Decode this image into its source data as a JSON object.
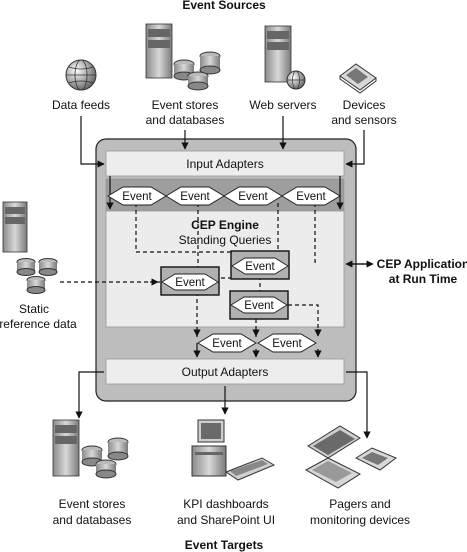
{
  "headings": {
    "sources": "Event Sources",
    "targets": "Event Targets"
  },
  "sources": {
    "data_feeds": "Data feeds",
    "event_stores": [
      "Event stores",
      "and databases"
    ],
    "web_servers": "Web servers",
    "devices": [
      "Devices",
      "and sensors"
    ]
  },
  "engine": {
    "input_adapters": "Input Adapters",
    "output_adapters": "Output Adapters",
    "title": "CEP Engine",
    "subtitle": "Standing Queries",
    "event_label": "Event"
  },
  "side": {
    "static_ref": [
      "Static",
      "reference data"
    ],
    "app_runtime": [
      "CEP Application",
      "at Run Time"
    ]
  },
  "targets": {
    "event_stores": [
      "Event stores",
      "and databases"
    ],
    "kpi": [
      "KPI dashboards",
      "and SharePoint UI"
    ],
    "pagers": [
      "Pagers and",
      "monitoring devices"
    ]
  },
  "icons": [
    "globe-icon",
    "server-database-icon",
    "web-server-icon",
    "handheld-device-icon",
    "desktop-computer-icon",
    "laptop-pager-icon"
  ],
  "colors": {
    "panel": "#bdbdbd",
    "inner": "#ececec",
    "band": "#9e9e9e",
    "event_fill": "#ffffff",
    "stroke": "#222222"
  }
}
